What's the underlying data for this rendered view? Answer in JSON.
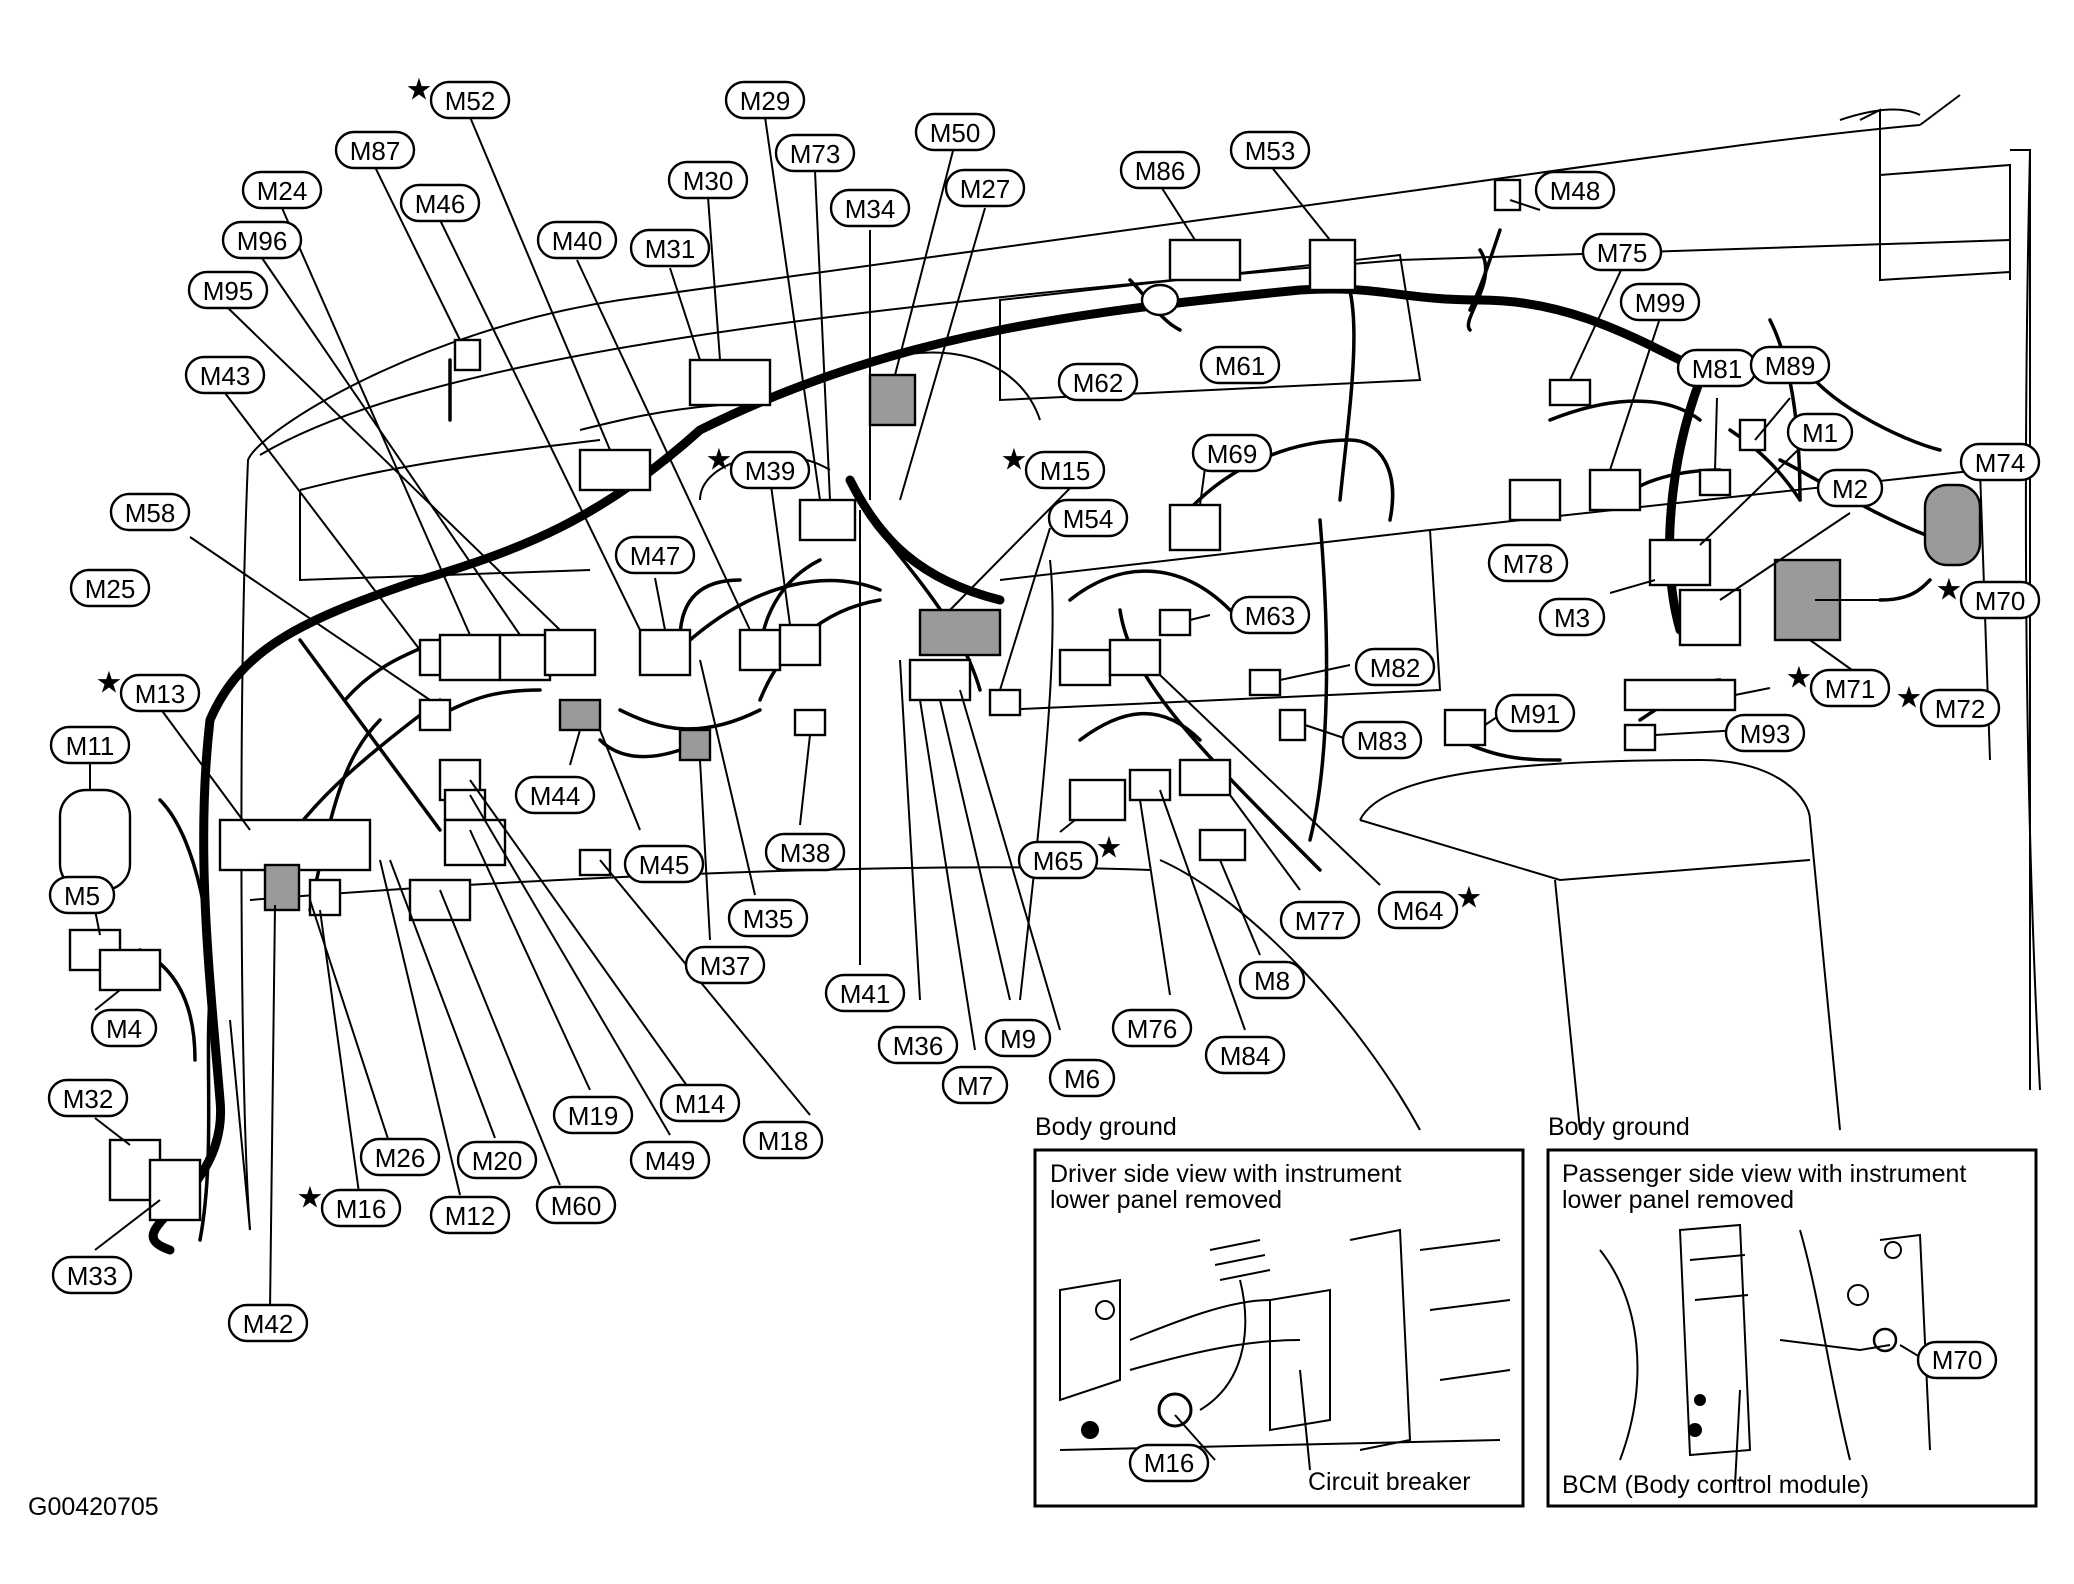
{
  "figure_id": "G00420705",
  "inset_left": {
    "heading": "Body ground",
    "caption_line1": "Driver side view with instrument",
    "caption_line2": "lower panel removed",
    "callout_ground": "M16",
    "callout_breaker": "Circuit breaker"
  },
  "inset_right": {
    "heading": "Body ground",
    "caption_line1": "Passenger side view with instrument",
    "caption_line2": "lower panel removed",
    "callout_ground": "M70",
    "callout_bcm": "BCM (Body control module)"
  },
  "connector_labels": [
    {
      "id": "M52",
      "star": true
    },
    {
      "id": "M29",
      "star": false
    },
    {
      "id": "M87",
      "star": false
    },
    {
      "id": "M50",
      "star": false
    },
    {
      "id": "M73",
      "star": false
    },
    {
      "id": "M24",
      "star": false
    },
    {
      "id": "M30",
      "star": false
    },
    {
      "id": "M46",
      "star": false
    },
    {
      "id": "M27",
      "star": false
    },
    {
      "id": "M34",
      "star": false
    },
    {
      "id": "M96",
      "star": false
    },
    {
      "id": "M40",
      "star": false
    },
    {
      "id": "M31",
      "star": false
    },
    {
      "id": "M95",
      "star": false
    },
    {
      "id": "M43",
      "star": false
    },
    {
      "id": "M86",
      "star": false
    },
    {
      "id": "M53",
      "star": false
    },
    {
      "id": "M48",
      "star": false
    },
    {
      "id": "M75",
      "star": false
    },
    {
      "id": "M99",
      "star": false
    },
    {
      "id": "M61",
      "star": false
    },
    {
      "id": "M62",
      "star": false
    },
    {
      "id": "M81",
      "star": false
    },
    {
      "id": "M89",
      "star": false
    },
    {
      "id": "M1",
      "star": false
    },
    {
      "id": "M74",
      "star": false
    },
    {
      "id": "M2",
      "star": false
    },
    {
      "id": "M39",
      "star": true
    },
    {
      "id": "M15",
      "star": true
    },
    {
      "id": "M69",
      "star": false
    },
    {
      "id": "M58",
      "star": false
    },
    {
      "id": "M54",
      "star": false
    },
    {
      "id": "M47",
      "star": false
    },
    {
      "id": "M78",
      "star": false
    },
    {
      "id": "M25",
      "star": false
    },
    {
      "id": "M70",
      "star": true
    },
    {
      "id": "M3",
      "star": false
    },
    {
      "id": "M63",
      "star": false
    },
    {
      "id": "M13",
      "star": true
    },
    {
      "id": "M82",
      "star": false
    },
    {
      "id": "M71",
      "star": true
    },
    {
      "id": "M72",
      "star": true
    },
    {
      "id": "M91",
      "star": false
    },
    {
      "id": "M11",
      "star": false
    },
    {
      "id": "M93",
      "star": false
    },
    {
      "id": "M83",
      "star": false
    },
    {
      "id": "M44",
      "star": false
    },
    {
      "id": "M5",
      "star": false
    },
    {
      "id": "M38",
      "star": false
    },
    {
      "id": "M45",
      "star": false
    },
    {
      "id": "M65",
      "star": true
    },
    {
      "id": "M77",
      "star": false
    },
    {
      "id": "M64",
      "star": true
    },
    {
      "id": "M35",
      "star": false
    },
    {
      "id": "M37",
      "star": false
    },
    {
      "id": "M8",
      "star": false
    },
    {
      "id": "M4",
      "star": false
    },
    {
      "id": "M41",
      "star": false
    },
    {
      "id": "M76",
      "star": false
    },
    {
      "id": "M36",
      "star": false
    },
    {
      "id": "M9",
      "star": false
    },
    {
      "id": "M6",
      "star": false
    },
    {
      "id": "M84",
      "star": false
    },
    {
      "id": "M7",
      "star": false
    },
    {
      "id": "M32",
      "star": false
    },
    {
      "id": "M14",
      "star": false
    },
    {
      "id": "M19",
      "star": false
    },
    {
      "id": "M18",
      "star": false
    },
    {
      "id": "M26",
      "star": false
    },
    {
      "id": "M20",
      "star": false
    },
    {
      "id": "M49",
      "star": false
    },
    {
      "id": "M60",
      "star": false
    },
    {
      "id": "M16",
      "star": true
    },
    {
      "id": "M12",
      "star": false
    },
    {
      "id": "M33",
      "star": false
    },
    {
      "id": "M42",
      "star": false
    }
  ]
}
